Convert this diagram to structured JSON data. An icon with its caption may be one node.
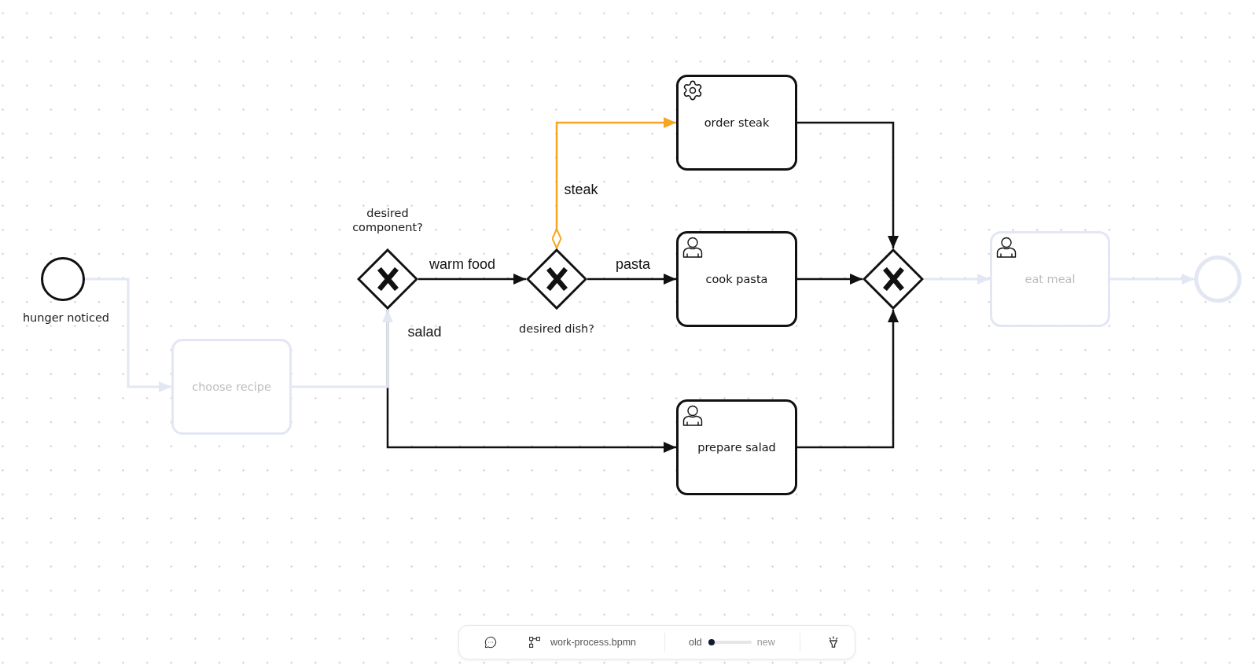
{
  "diagram": {
    "nodes": [
      {
        "text": [],
        "shape": "circle",
        "beside": [
          "hunger noticed"
        ]
      },
      {
        "text": [
          "choose recipe"
        ]
      },
      {
        "text": [],
        "shape": "diamond",
        "beside": [
          "desired component?"
        ]
      },
      {
        "text": [],
        "shape": "diamond",
        "beside": [
          "desired dish?"
        ]
      },
      {
        "text": [
          "order steak"
        ]
      },
      {
        "text": [
          "cook pasta"
        ]
      },
      {
        "text": [
          "prepare salad"
        ]
      },
      {
        "text": [],
        "shape": "diamond"
      },
      {
        "text": [
          "eat meal"
        ]
      },
      {
        "text": [],
        "shape": "circle"
      }
    ],
    "edges": [
      {
        "from": 0,
        "to": 1,
        "arrow": "to",
        "color": "#e3e7f4"
      },
      {
        "from": 1,
        "to": 2,
        "arrow": "to",
        "color": "#e3e7f4"
      },
      {
        "from": 2,
        "to": 3,
        "arrow": "to",
        "label": "warm food"
      },
      {
        "from": 2,
        "to": 6,
        "arrow": "to",
        "label": "salad"
      },
      {
        "from": 3,
        "to": 4,
        "arrow": "to",
        "label": "steak",
        "color": "#f6a623"
      },
      {
        "from": 3,
        "to": 5,
        "arrow": "to",
        "label": "pasta"
      },
      {
        "from": 4,
        "to": 7,
        "arrow": "to"
      },
      {
        "from": 5,
        "to": 7,
        "arrow": "to"
      },
      {
        "from": 6,
        "to": 7,
        "arrow": "to"
      },
      {
        "from": 7,
        "to": 8,
        "arrow": "to",
        "color": "#e3e7f4"
      },
      {
        "from": 8,
        "to": 9,
        "arrow": "to",
        "color": "#e3e7f4"
      }
    ],
    "labels": [
      "work-process.bpmn",
      "old",
      "new"
    ]
  }
}
